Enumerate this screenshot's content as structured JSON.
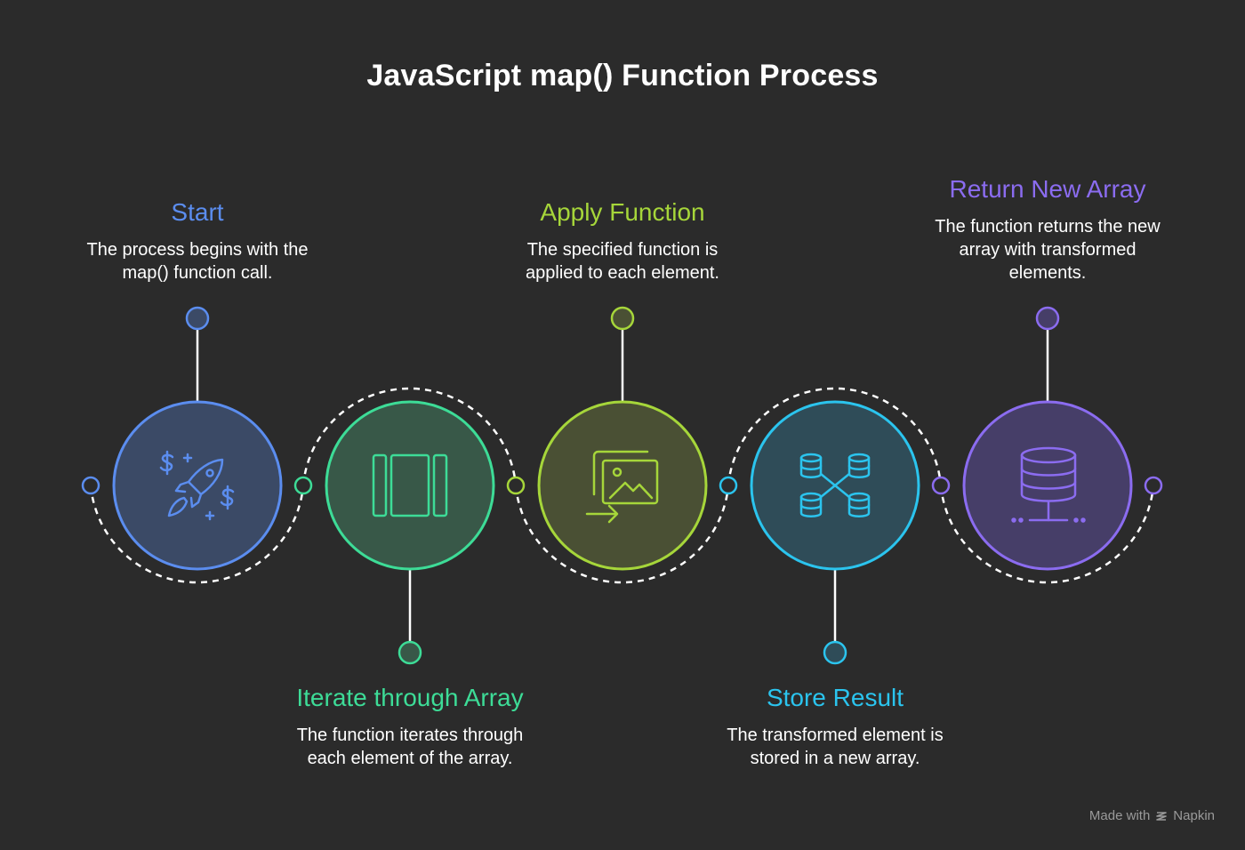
{
  "title": "JavaScript map() Function Process",
  "steps": [
    {
      "title": "Start",
      "desc1": "The process begins with the",
      "desc2": "map() function call.",
      "desc3": "",
      "color": "#5b8def",
      "fill": "#3b4a66",
      "icon": "rocket-icon"
    },
    {
      "title": "Iterate through Array",
      "desc1": "The function iterates through",
      "desc2": "each element of the array.",
      "desc3": "",
      "color": "#3ddc97",
      "fill": "#385848",
      "icon": "columns-icon"
    },
    {
      "title": "Apply Function",
      "desc1": "The specified function is",
      "desc2": "applied to each element.",
      "desc3": "",
      "color": "#a6d63a",
      "fill": "#4a5034",
      "icon": "image-transfer-icon"
    },
    {
      "title": "Store Result",
      "desc1": "The transformed element is",
      "desc2": "stored in a new array.",
      "desc3": "",
      "color": "#2bc4ee",
      "fill": "#2f4c58",
      "icon": "database-network-icon"
    },
    {
      "title": "Return New Array",
      "desc1": "The function returns the new",
      "desc2": "array with transformed",
      "desc3": "elements.",
      "color": "#8b6cf0",
      "fill": "#463e68",
      "icon": "database-server-icon"
    }
  ],
  "watermark": {
    "prefix": "Made with",
    "brand": "Napkin"
  }
}
